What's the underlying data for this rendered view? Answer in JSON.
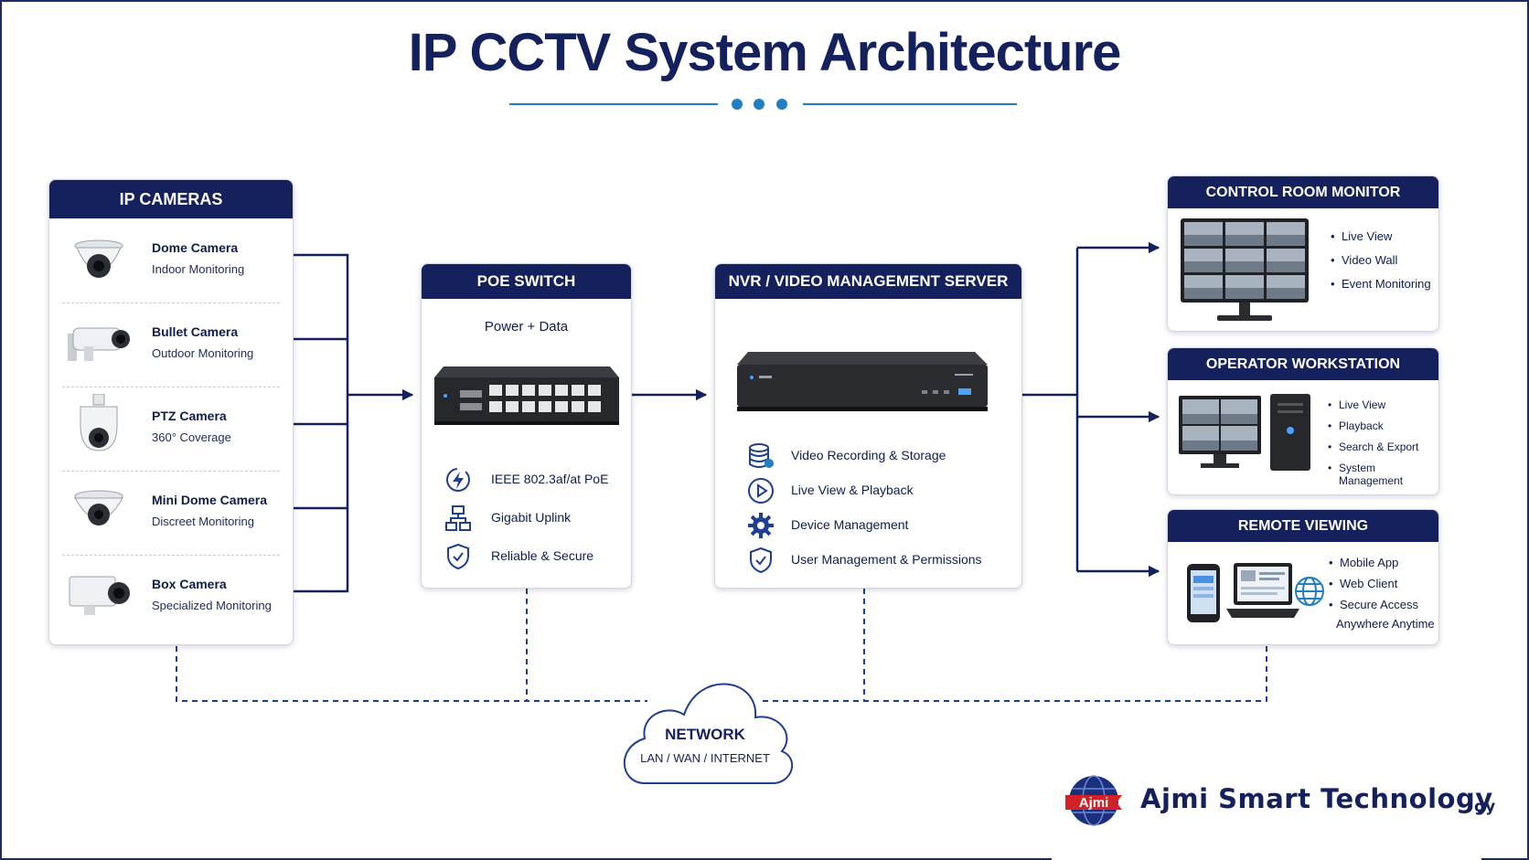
{
  "title": "IP CCTV System Architecture",
  "colors": {
    "navy": "#14215c",
    "accent": "#1f7fc0",
    "border": "#d2d7e2"
  },
  "cameras": {
    "header": "IP CAMERAS",
    "items": [
      {
        "name": "Dome Camera",
        "sub": "Indoor Monitoring",
        "icon": "dome-camera-icon"
      },
      {
        "name": "Bullet Camera",
        "sub": "Outdoor Monitoring",
        "icon": "bullet-camera-icon"
      },
      {
        "name": "PTZ Camera",
        "sub": "360° Coverage",
        "icon": "ptz-camera-icon"
      },
      {
        "name": "Mini Dome Camera",
        "sub": "Discreet Monitoring",
        "icon": "mini-dome-camera-icon"
      },
      {
        "name": "Box Camera",
        "sub": "Specialized Monitoring",
        "icon": "box-camera-icon"
      }
    ]
  },
  "poe": {
    "header": "POE SWITCH",
    "subtitle": "Power + Data",
    "features": [
      {
        "label": "IEEE 802.3af/at PoE",
        "icon": "lightning-icon"
      },
      {
        "label": "Gigabit Uplink",
        "icon": "network-tree-icon"
      },
      {
        "label": "Reliable & Secure",
        "icon": "shield-check-icon"
      }
    ]
  },
  "nvr": {
    "header": "NVR / VIDEO MANAGEMENT SERVER",
    "features": [
      {
        "label": "Video Recording & Storage",
        "icon": "database-icon"
      },
      {
        "label": "Live View & Playback",
        "icon": "play-icon"
      },
      {
        "label": "Device Management",
        "icon": "gear-icon"
      },
      {
        "label": "User Management & Permissions",
        "icon": "shield-check-icon"
      }
    ]
  },
  "outputs": [
    {
      "header": "CONTROL ROOM MONITOR",
      "items": [
        "Live View",
        "Video Wall",
        "Event Monitoring"
      ]
    },
    {
      "header": "OPERATOR WORKSTATION",
      "items": [
        "Live View",
        "Playback",
        "Search & Export",
        "System Management"
      ]
    },
    {
      "header": "REMOTE VIEWING",
      "items": [
        "Mobile App",
        "Web Client",
        "Secure Access",
        "Anywhere Anytime"
      ]
    }
  ],
  "network": {
    "title": "NETWORK",
    "sub": "LAN / WAN / INTERNET"
  },
  "brand": {
    "logo_text": "Ajmi",
    "name": "Ajmi Smart Technology",
    "tail": "gy"
  }
}
